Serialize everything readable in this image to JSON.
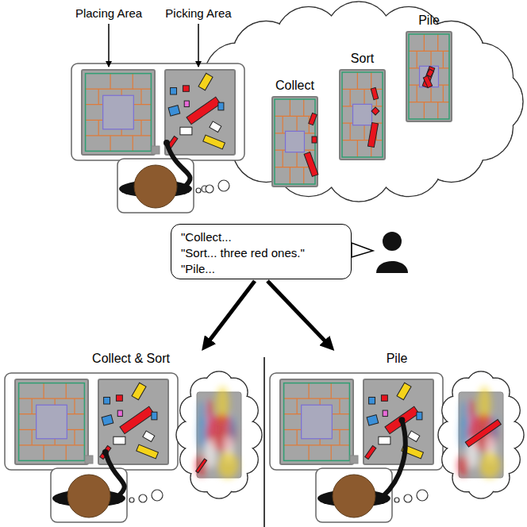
{
  "diagram": {
    "nodes": [
      {
        "text": [
          "\"Collect...",
          "\"Sort... three red ones.\"",
          "\"Pile..."
        ]
      },
      {
        "text": [
          "Collect"
        ]
      },
      {
        "text": [
          "Sort"
        ]
      },
      {
        "text": [
          "Pile"
        ]
      },
      {
        "text": [
          "Collect & Sort"
        ]
      },
      {
        "text": [
          "Pile"
        ]
      }
    ],
    "edges": [
      {
        "from": 0,
        "to": 4,
        "arrow": "to"
      },
      {
        "from": 0,
        "to": 5,
        "arrow": "to"
      }
    ],
    "labels": [
      "Placing Area",
      "Picking Area"
    ]
  }
}
